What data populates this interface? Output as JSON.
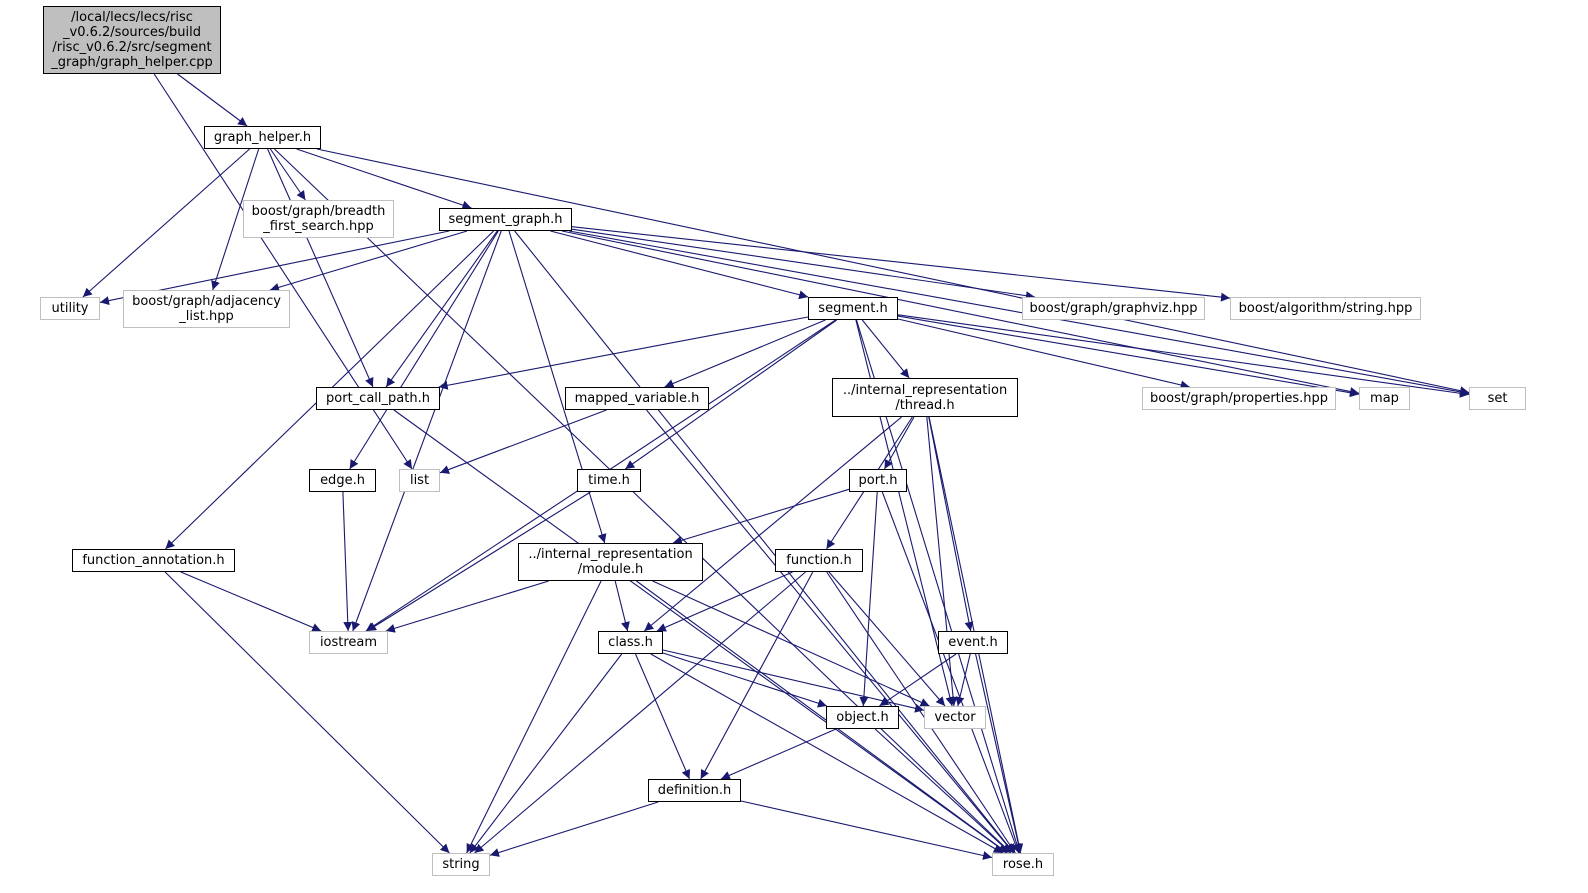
{
  "graph": {
    "edge_color": "#191970",
    "nodes": [
      {
        "id": "root",
        "kind": "root",
        "label": "/local/lecs/lecs/risc\n_v0.6.2/sources/build\n/risc_v0.6.2/src/segment\n_graph/graph_helper.cpp"
      },
      {
        "id": "graph_helper_h",
        "kind": "local",
        "label": "graph_helper.h"
      },
      {
        "id": "bfs_hpp",
        "kind": "system",
        "label": "boost/graph/breadth\n_first_search.hpp"
      },
      {
        "id": "segment_graph_h",
        "kind": "local",
        "label": "segment_graph.h"
      },
      {
        "id": "utility",
        "kind": "system",
        "label": "utility"
      },
      {
        "id": "adjacency_list_hpp",
        "kind": "system",
        "label": "boost/graph/adjacency\n_list.hpp"
      },
      {
        "id": "segment_h",
        "kind": "local",
        "label": "segment.h"
      },
      {
        "id": "graphviz_hpp",
        "kind": "system",
        "label": "boost/graph/graphviz.hpp"
      },
      {
        "id": "algorithm_string_hpp",
        "kind": "system",
        "label": "boost/algorithm/string.hpp"
      },
      {
        "id": "port_call_path_h",
        "kind": "local",
        "label": "port_call_path.h"
      },
      {
        "id": "mapped_variable_h",
        "kind": "local",
        "label": "mapped_variable.h"
      },
      {
        "id": "thread_h",
        "kind": "local",
        "label": "../internal_representation\n/thread.h"
      },
      {
        "id": "properties_hpp",
        "kind": "system",
        "label": "boost/graph/properties.hpp"
      },
      {
        "id": "map",
        "kind": "system",
        "label": "map"
      },
      {
        "id": "set",
        "kind": "system",
        "label": "set"
      },
      {
        "id": "edge_h",
        "kind": "local",
        "label": "edge.h"
      },
      {
        "id": "list",
        "kind": "system",
        "label": "list"
      },
      {
        "id": "time_h",
        "kind": "local",
        "label": "time.h"
      },
      {
        "id": "port_h",
        "kind": "local",
        "label": "port.h"
      },
      {
        "id": "function_annotation_h",
        "kind": "local",
        "label": "function_annotation.h"
      },
      {
        "id": "module_h",
        "kind": "local",
        "label": "../internal_representation\n/module.h"
      },
      {
        "id": "function_h",
        "kind": "local",
        "label": "function.h"
      },
      {
        "id": "iostream",
        "kind": "system",
        "label": "iostream"
      },
      {
        "id": "class_h",
        "kind": "local",
        "label": "class.h"
      },
      {
        "id": "event_h",
        "kind": "local",
        "label": "event.h"
      },
      {
        "id": "object_h",
        "kind": "local",
        "label": "object.h"
      },
      {
        "id": "vector",
        "kind": "system",
        "label": "vector"
      },
      {
        "id": "definition_h",
        "kind": "local",
        "label": "definition.h"
      },
      {
        "id": "string",
        "kind": "system",
        "label": "string"
      },
      {
        "id": "rose_h",
        "kind": "system",
        "label": "rose.h"
      }
    ],
    "edges": [
      [
        "root",
        "graph_helper_h"
      ],
      [
        "root",
        "list"
      ],
      [
        "graph_helper_h",
        "bfs_hpp"
      ],
      [
        "graph_helper_h",
        "segment_graph_h"
      ],
      [
        "graph_helper_h",
        "utility"
      ],
      [
        "graph_helper_h",
        "adjacency_list_hpp"
      ],
      [
        "graph_helper_h",
        "port_call_path_h"
      ],
      [
        "graph_helper_h",
        "set"
      ],
      [
        "graph_helper_h",
        "rose_h"
      ],
      [
        "segment_graph_h",
        "utility"
      ],
      [
        "segment_graph_h",
        "adjacency_list_hpp"
      ],
      [
        "segment_graph_h",
        "segment_h"
      ],
      [
        "segment_graph_h",
        "graphviz_hpp"
      ],
      [
        "segment_graph_h",
        "algorithm_string_hpp"
      ],
      [
        "segment_graph_h",
        "set"
      ],
      [
        "segment_graph_h",
        "map"
      ],
      [
        "segment_graph_h",
        "port_call_path_h"
      ],
      [
        "segment_graph_h",
        "edge_h"
      ],
      [
        "segment_graph_h",
        "function_annotation_h"
      ],
      [
        "segment_graph_h",
        "iostream"
      ],
      [
        "segment_graph_h",
        "module_h"
      ],
      [
        "segment_graph_h",
        "rose_h"
      ],
      [
        "segment_h",
        "port_call_path_h"
      ],
      [
        "segment_h",
        "mapped_variable_h"
      ],
      [
        "segment_h",
        "thread_h"
      ],
      [
        "segment_h",
        "properties_hpp"
      ],
      [
        "segment_h",
        "map"
      ],
      [
        "segment_h",
        "set"
      ],
      [
        "segment_h",
        "time_h"
      ],
      [
        "segment_h",
        "iostream"
      ],
      [
        "segment_h",
        "vector"
      ],
      [
        "segment_h",
        "rose_h"
      ],
      [
        "port_call_path_h",
        "rose_h"
      ],
      [
        "mapped_variable_h",
        "list"
      ],
      [
        "mapped_variable_h",
        "rose_h"
      ],
      [
        "thread_h",
        "port_h"
      ],
      [
        "thread_h",
        "function_h"
      ],
      [
        "thread_h",
        "class_h"
      ],
      [
        "thread_h",
        "event_h"
      ],
      [
        "thread_h",
        "vector"
      ],
      [
        "thread_h",
        "rose_h"
      ],
      [
        "edge_h",
        "iostream"
      ],
      [
        "time_h",
        "iostream"
      ],
      [
        "port_h",
        "module_h"
      ],
      [
        "port_h",
        "object_h"
      ],
      [
        "port_h",
        "rose_h"
      ],
      [
        "function_annotation_h",
        "iostream"
      ],
      [
        "function_annotation_h",
        "string"
      ],
      [
        "module_h",
        "iostream"
      ],
      [
        "module_h",
        "class_h"
      ],
      [
        "module_h",
        "vector"
      ],
      [
        "module_h",
        "string"
      ],
      [
        "module_h",
        "rose_h"
      ],
      [
        "function_h",
        "class_h"
      ],
      [
        "function_h",
        "definition_h"
      ],
      [
        "function_h",
        "vector"
      ],
      [
        "function_h",
        "string"
      ],
      [
        "function_h",
        "rose_h"
      ],
      [
        "class_h",
        "object_h"
      ],
      [
        "class_h",
        "vector"
      ],
      [
        "class_h",
        "definition_h"
      ],
      [
        "class_h",
        "string"
      ],
      [
        "class_h",
        "rose_h"
      ],
      [
        "event_h",
        "object_h"
      ],
      [
        "event_h",
        "vector"
      ],
      [
        "event_h",
        "rose_h"
      ],
      [
        "object_h",
        "definition_h"
      ],
      [
        "object_h",
        "rose_h"
      ],
      [
        "definition_h",
        "string"
      ],
      [
        "definition_h",
        "rose_h"
      ]
    ]
  }
}
